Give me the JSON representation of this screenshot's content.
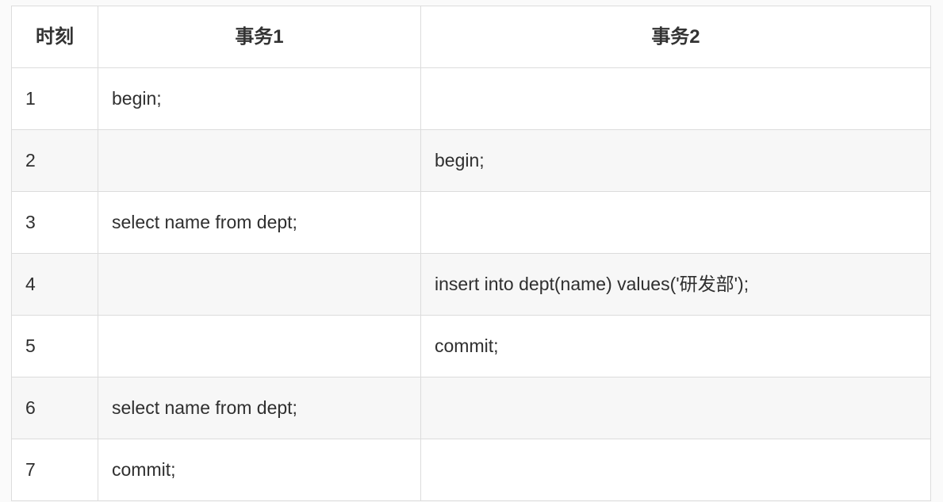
{
  "table": {
    "caption": "",
    "columns": [
      {
        "key": "time",
        "label": "时刻"
      },
      {
        "key": "tx1",
        "label": "事务1"
      },
      {
        "key": "tx2",
        "label": "事务2"
      }
    ],
    "rows": [
      {
        "time": "1",
        "tx1": "begin;",
        "tx2": ""
      },
      {
        "time": "2",
        "tx1": "",
        "tx2": "begin;"
      },
      {
        "time": "3",
        "tx1": "select name from dept;",
        "tx2": ""
      },
      {
        "time": "4",
        "tx1": "",
        "tx2": "insert into dept(name) values('研发部');"
      },
      {
        "time": "5",
        "tx1": "",
        "tx2": "commit;"
      },
      {
        "time": "6",
        "tx1": "select name from dept;",
        "tx2": ""
      },
      {
        "time": "7",
        "tx1": "commit;",
        "tx2": ""
      }
    ]
  },
  "colors": {
    "page_background": "#fafafa",
    "table_background": "#ffffff",
    "row_alt_background": "#f7f7f7",
    "border": "#dcdcdc",
    "header_text": "#333333",
    "body_text": "#2f2f2f"
  }
}
